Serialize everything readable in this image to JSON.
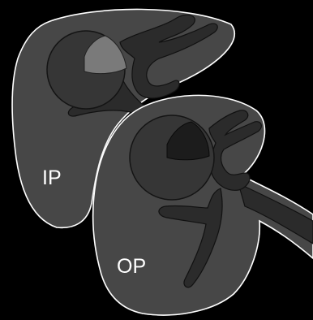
{
  "labels": {
    "in_phase": "IP",
    "opposed_phase": "OP"
  },
  "colors": {
    "background": "#000000",
    "organ_fill": "#464646",
    "organ_outline": "#ffffff",
    "vessel_fill": "#2b2b2b",
    "vessel_edge": "#111111",
    "lesion_fill": "#363636",
    "lesion_core_ip": "#7a7a7a",
    "lesion_core_op": "#1c1c1c"
  },
  "panels": [
    {
      "name": "in-phase",
      "label_key": "in_phase",
      "lesion_core_signal": "bright"
    },
    {
      "name": "opposed-phase",
      "label_key": "opposed_phase",
      "lesion_core_signal": "dark"
    }
  ]
}
